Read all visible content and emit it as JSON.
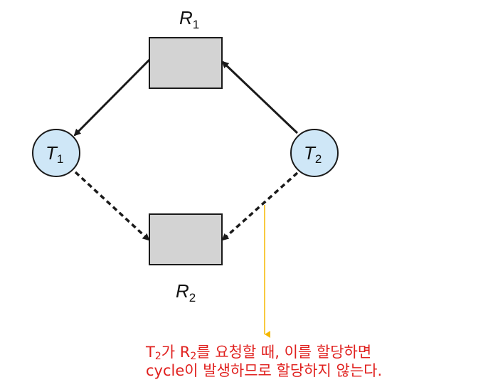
{
  "diagram": {
    "resources": [
      {
        "id": "R1",
        "letter": "R",
        "subscript": "1"
      },
      {
        "id": "R2",
        "letter": "R",
        "subscript": "2"
      }
    ],
    "threads": [
      {
        "id": "T1",
        "letter": "T",
        "subscript": "1"
      },
      {
        "id": "T2",
        "letter": "T",
        "subscript": "2"
      }
    ],
    "edges": [
      {
        "from": "R1",
        "to": "T1",
        "kind": "assignment",
        "style": "solid"
      },
      {
        "from": "T2",
        "to": "R1",
        "kind": "request",
        "style": "solid"
      },
      {
        "from": "T1",
        "to": "R2",
        "kind": "claim",
        "style": "dashed"
      },
      {
        "from": "T2",
        "to": "R2",
        "kind": "claim",
        "style": "dashed"
      }
    ]
  },
  "note": {
    "line1": {
      "t": "T",
      "t_sub": "2",
      "mid": "가 R",
      "r_sub": "2",
      "rest": "를 요청할 때, 이를 할당하면"
    },
    "line2": "cycle이 발생하므로 할당하지 않는다."
  },
  "colors": {
    "resource_fill": "#d3d3d3",
    "thread_fill": "#cfe7f7",
    "edge": "#1a1a1a",
    "note_text": "#e0201e",
    "pointer": "#f5b800"
  }
}
